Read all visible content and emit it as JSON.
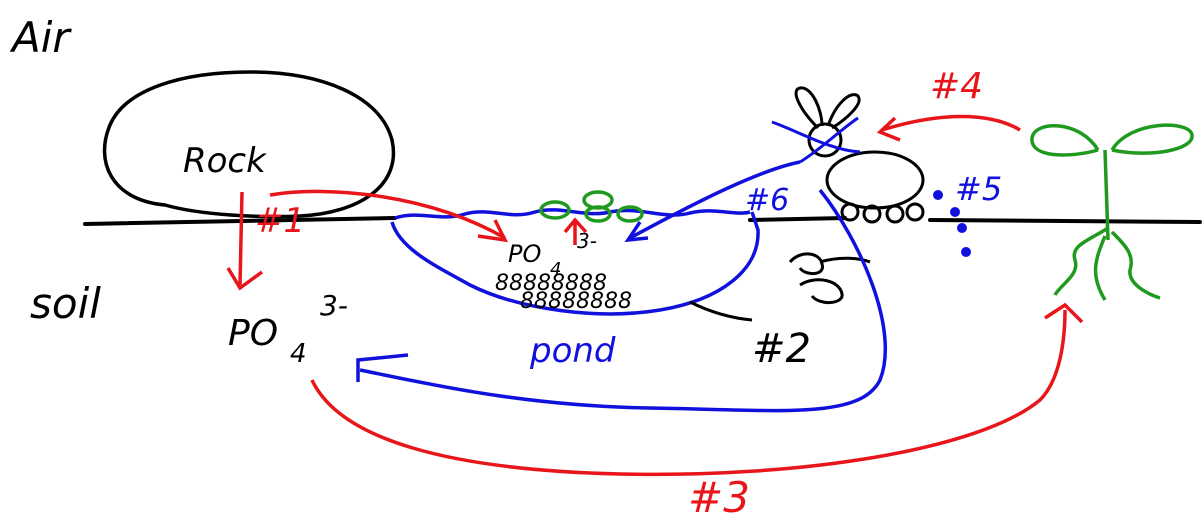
{
  "labels": {
    "air": "Air",
    "rock": "Rock",
    "soil": "soil",
    "pond": "pond",
    "po4_soil": "PO",
    "po4_soil_sub": "4",
    "po4_soil_sup": "3-",
    "po4_pond": "PO",
    "po4_pond_sub": "4",
    "po4_pond_sup": "3-",
    "sediment": "88888888"
  },
  "steps": {
    "step1": "#1",
    "step2": "#2",
    "step3": "#3",
    "step4": "#4",
    "step5": "#5",
    "step6": "#6"
  },
  "colors": {
    "ink": "#000000",
    "red": "#e8161b",
    "blue": "#1111dd",
    "green": "#1f9a1f"
  }
}
